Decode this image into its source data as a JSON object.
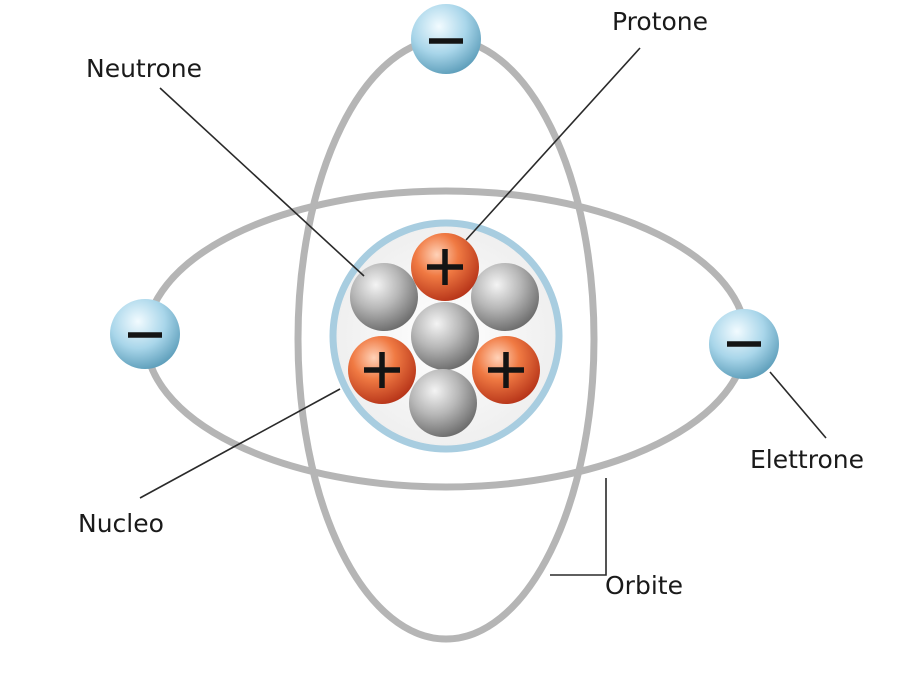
{
  "labels": {
    "neutrone": "Neutrone",
    "protone": "Protone",
    "elettrone": "Elettrone",
    "nucleo": "Nucleo",
    "orbite": "Orbite"
  },
  "symbols": {
    "plus": "+",
    "minus": "−"
  },
  "colors": {
    "proton": "#e8612c",
    "neutron": "#a8a8a8",
    "electron": "#9fd2e6",
    "orbit": "#b5b5b5",
    "nucleus_ring": "#a8cde0"
  },
  "particles": {
    "protons": 3,
    "neutrons": 4,
    "electrons": 3
  }
}
